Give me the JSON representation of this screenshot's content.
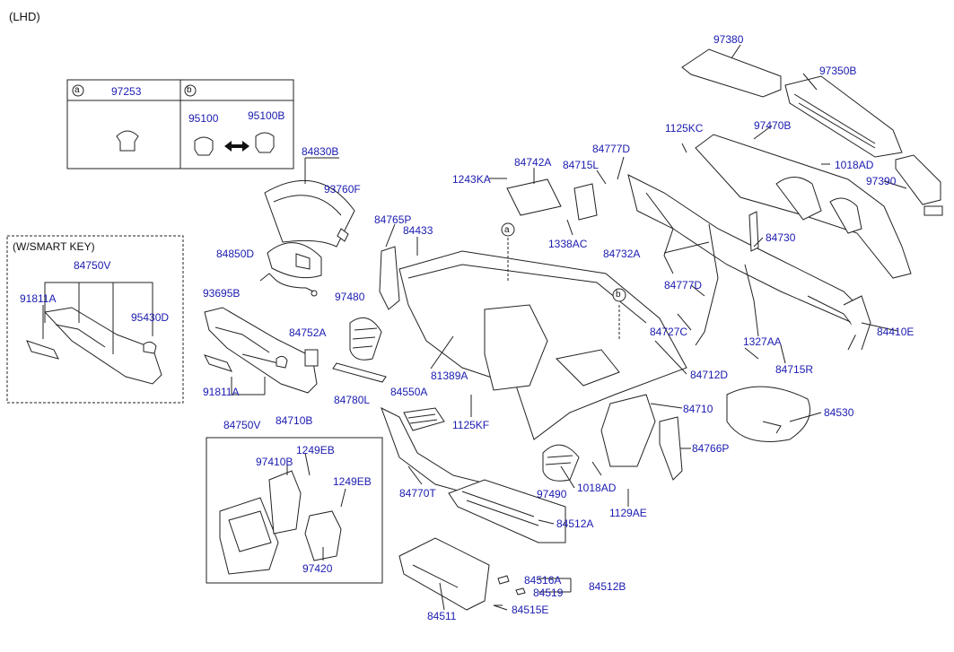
{
  "variant": "(LHD)",
  "legend": {
    "a_marker": "a",
    "a_part": "97253",
    "b_marker": "b",
    "b_part_left": "95100",
    "b_part_right": "95100B"
  },
  "smart_key_box": {
    "title": "(W/SMART KEY)",
    "parts": {
      "p84750V": "84750V",
      "p91811A": "91811A",
      "p95430D": "95430D"
    }
  },
  "callouts": {
    "p97380": "97380",
    "p97350B": "97350B",
    "p1125KC": "1125KC",
    "p97470B": "97470B",
    "p1018AD_top": "1018AD",
    "p97390": "97390",
    "p84830B": "84830B",
    "p93760F": "93760F",
    "p84742A": "84742A",
    "p84777D_top": "84777D",
    "p1243KA": "1243KA",
    "p84715L": "84715L",
    "p1338AC": "1338AC",
    "p84765P": "84765P",
    "p84433": "84433",
    "p84850D": "84850D",
    "p84732A": "84732A",
    "p84730": "84730",
    "p93695B": "93695B",
    "p97480": "97480",
    "p84777D_mid": "84777D",
    "p84752A": "84752A",
    "p84727C": "84727C",
    "p1327AA": "1327AA",
    "p84410E": "84410E",
    "p81389A": "81389A",
    "p84715R": "84715R",
    "p91811A": "91811A",
    "p84780L": "84780L",
    "p84712D": "84712D",
    "p84550A": "84550A",
    "p84750V": "84750V",
    "p84710B": "84710B",
    "p1125KF": "1125KF",
    "p84710": "84710",
    "p84530": "84530",
    "p1249EB_top": "1249EB",
    "p97410B": "97410B",
    "p84766P": "84766P",
    "p1249EB_low": "1249EB",
    "p84770T": "84770T",
    "p97490": "97490",
    "p1018AD_low": "1018AD",
    "p84512A": "84512A",
    "p1129AE": "1129AE",
    "p97420": "97420",
    "p84516A": "84516A",
    "p84512B": "84512B",
    "p84519": "84519",
    "p84511": "84511",
    "p84515E": "84515E"
  },
  "markers": {
    "a": "a",
    "b": "b"
  },
  "colors": {
    "label_blue": "#1a1ab0",
    "line": "#222222"
  }
}
